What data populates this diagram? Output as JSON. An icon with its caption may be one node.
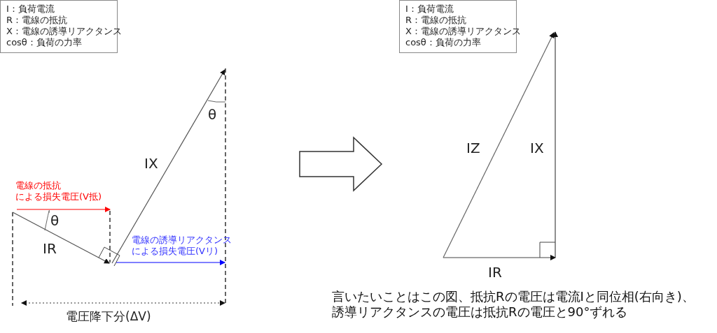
{
  "diagram": {
    "nodes": [
      {
        "text": [
          "I：負荷電流",
          "R：電線の抵抗",
          "X：電線の誘導リアクタンス",
          "cosθ：負荷の力率"
        ]
      },
      {
        "text": [
          "I：負荷電流",
          "R：電線の抵抗",
          "X：電線の誘導リアクタンス",
          "cosθ：負荷の力率"
        ]
      }
    ],
    "labels": [
      "θ",
      "IX",
      "IZ",
      "IX",
      "電線の抵抗による損失電圧(V抵)",
      "θ",
      "電線の誘導リアクタンスによる損失電圧(Vリ)",
      "IR",
      "IR",
      "電圧降下分(ΔV)",
      "言いたいことはこの図、抵抗Rの電圧は電流Iと同位相(右向き)、誘導リアクタンスの電圧は抵抗Rの電圧と90°ずれる"
    ]
  }
}
